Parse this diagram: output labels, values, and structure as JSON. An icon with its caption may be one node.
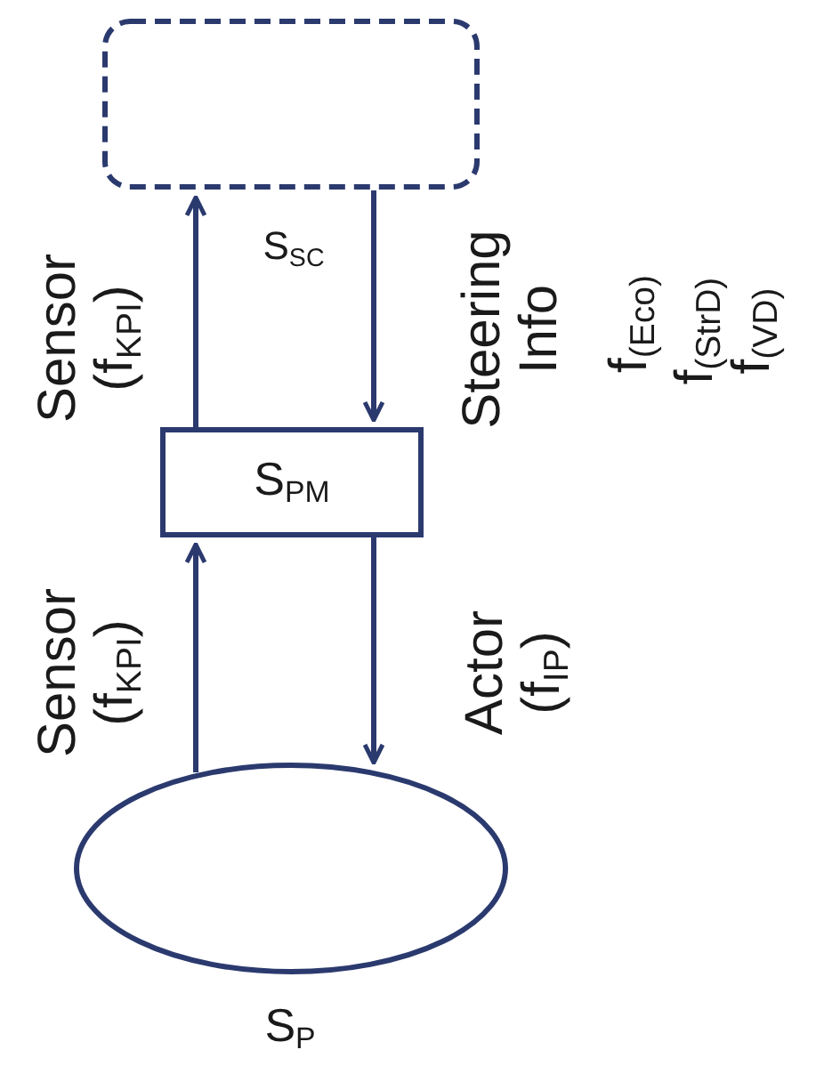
{
  "diagram": {
    "nodes": [
      {
        "text": [],
        "shape": "box"
      },
      {
        "text": [
          "S$_{PM}$"
        ]
      },
      {
        "text": [],
        "shape": "circle",
        "beside": [
          "S$_{P}$"
        ]
      }
    ],
    "edges": [
      {
        "from": 1,
        "to": 0,
        "arrow": "to",
        "label": "Sensor (f$_{KPI}$)"
      },
      {
        "from": 0,
        "to": 1,
        "arrow": "to",
        "label": "Steering Info"
      },
      {
        "from": 2,
        "to": 1,
        "arrow": "to",
        "label": "Sensor (f$_{KPI}$)"
      },
      {
        "from": 1,
        "to": 2,
        "arrow": "to",
        "label": "Actor (f$_{IP}$)"
      }
    ],
    "labels": [
      "S$_{SC}$",
      "f$_{(Eco)}$",
      "f$_{(StrD)}$",
      "f$_{(VD)}$"
    ]
  }
}
